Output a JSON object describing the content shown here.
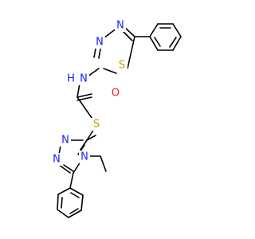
{
  "molecule": {
    "atoms": {
      "n_thiadiazole_top": {
        "label": "N",
        "color": "#1a1aff"
      },
      "n_thiadiazole_left": {
        "label": "N",
        "color": "#1a1aff"
      },
      "s_thiadiazole": {
        "label": "S",
        "color": "#c8a000"
      },
      "nh_amide": {
        "label": "N",
        "color": "#1a1aff"
      },
      "h_amide": {
        "label": "H",
        "color": "#1a1aff"
      },
      "o_carbonyl": {
        "label": "O",
        "color": "#ff1a1a"
      },
      "s_thioether": {
        "label": "S",
        "color": "#c8a000"
      },
      "n_triazole_top": {
        "label": "N",
        "color": "#1a1aff"
      },
      "n_triazole_left": {
        "label": "N",
        "color": "#1a1aff"
      },
      "n_triazole_ethyl": {
        "label": "N",
        "color": "#1a1aff"
      }
    }
  }
}
